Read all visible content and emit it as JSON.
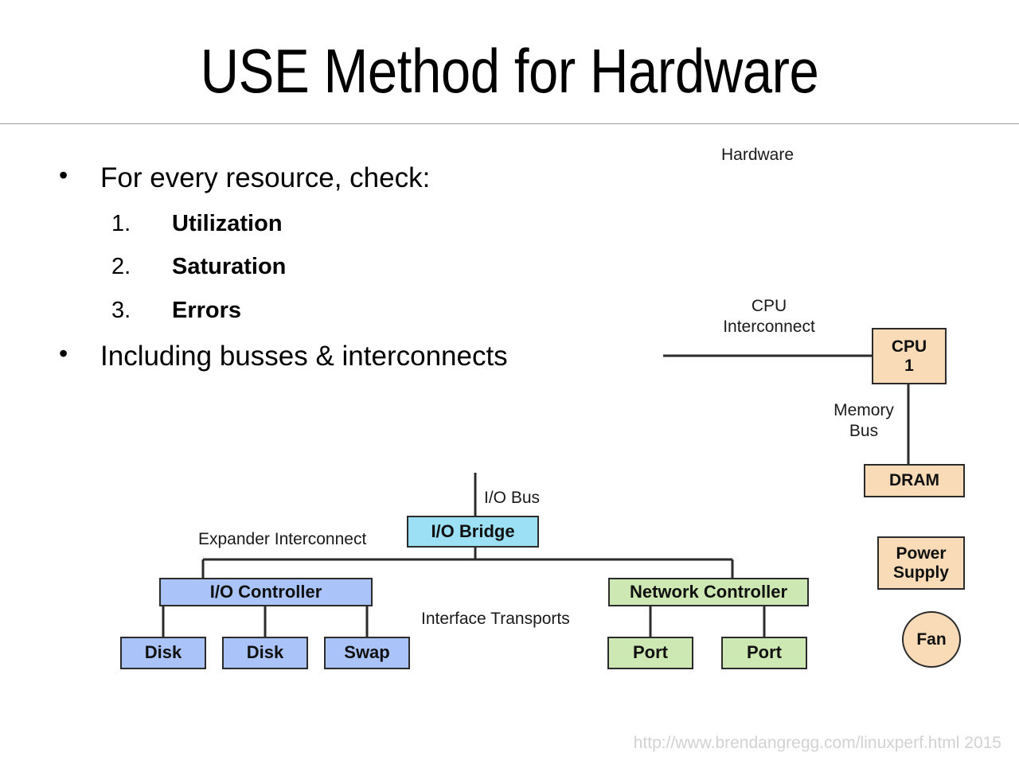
{
  "slide": {
    "title": "USE Method for Hardware",
    "footer": "http://www.brendangregg.com/linuxperf.html 2015"
  },
  "bullets": {
    "first": "For every resource, check:",
    "numbered": [
      {
        "num": "1.",
        "label": "Utilization"
      },
      {
        "num": "2.",
        "label": "Saturation"
      },
      {
        "num": "3.",
        "label": "Errors"
      }
    ],
    "second": "Including busses & interconnects"
  },
  "diagram": {
    "title": "Hardware",
    "labels": {
      "cpu_interconnect_line1": "CPU",
      "cpu_interconnect_line2": "Interconnect",
      "memory_bus_line1": "Memory",
      "memory_bus_line2": "Bus",
      "io_bus": "I/O Bus",
      "expander_interconnect": "Expander Interconnect",
      "interface_transports": "Interface Transports"
    },
    "nodes": {
      "cpu1_line1": "CPU",
      "cpu1_line2": "1",
      "dram": "DRAM",
      "power_supply_line1": "Power",
      "power_supply_line2": "Supply",
      "fan": "Fan",
      "io_bridge": "I/O Bridge",
      "io_controller": "I/O Controller",
      "disk1": "Disk",
      "disk2": "Disk",
      "swap": "Swap",
      "network_controller": "Network Controller",
      "port1": "Port",
      "port2": "Port"
    },
    "colors": {
      "peach": "#f9dbb8",
      "cyan": "#9ce0f5",
      "blue": "#aac4fa",
      "green": "#cde8b2",
      "stroke": "#2b2b2b",
      "rule": "#9d9d9d",
      "footer_text": "#d2d2d2"
    }
  }
}
